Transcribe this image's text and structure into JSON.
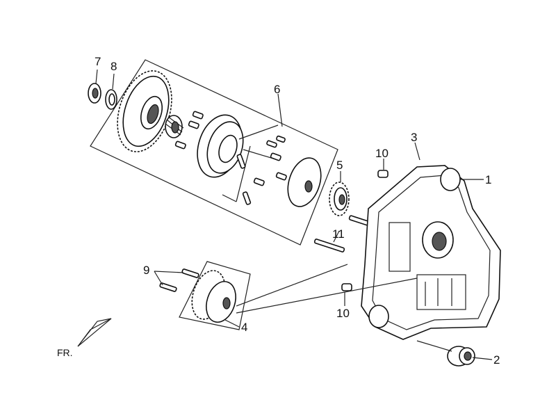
{
  "callouts": [
    {
      "id": "7",
      "text": "7"
    },
    {
      "id": "8",
      "text": "8"
    },
    {
      "id": "6",
      "text": "6"
    },
    {
      "id": "3",
      "text": "3"
    },
    {
      "id": "10a",
      "text": "10"
    },
    {
      "id": "1",
      "text": "1"
    },
    {
      "id": "5",
      "text": "5"
    },
    {
      "id": "11",
      "text": "11"
    },
    {
      "id": "9",
      "text": "9"
    },
    {
      "id": "10b",
      "text": "10"
    },
    {
      "id": "4",
      "text": "4"
    },
    {
      "id": "2",
      "text": "2"
    }
  ],
  "direction_label": "FR."
}
